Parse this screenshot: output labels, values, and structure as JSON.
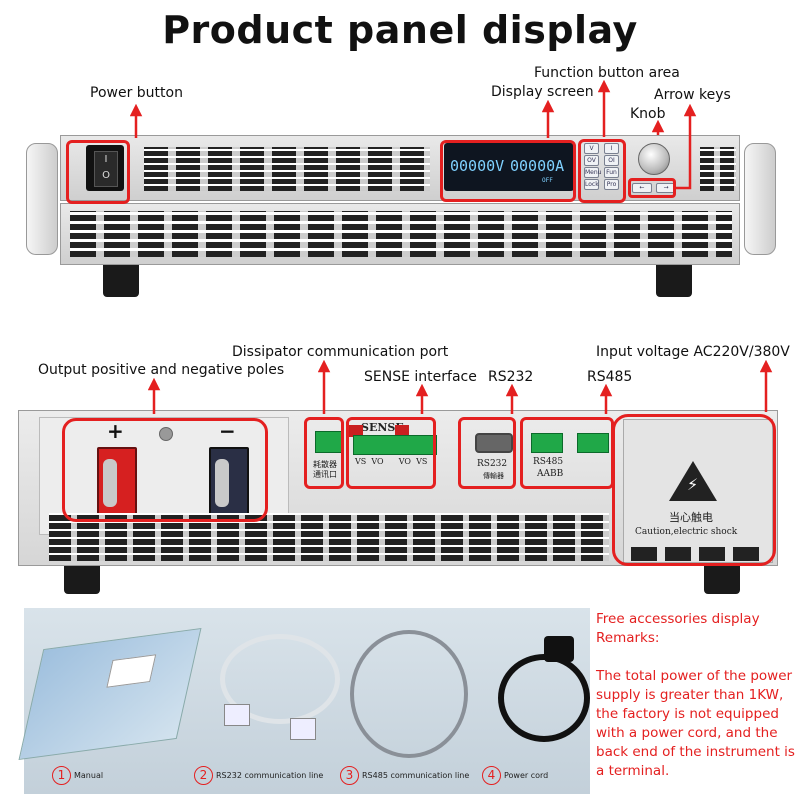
{
  "title": "Product panel display",
  "front_labels": {
    "power_button": "Power button",
    "function_button_area": "Function button area",
    "display_screen": "Display screen",
    "arrow_keys": "Arrow keys",
    "knob": "Knob"
  },
  "front_display": {
    "voltage": "00000V",
    "current": "00000A",
    "mode": "OFF",
    "keys": [
      "V",
      "I",
      "OV",
      "OI",
      "Menu",
      "Fun",
      "Lock",
      "Pro"
    ]
  },
  "rear_labels": {
    "output_poles": "Output positive and negative poles",
    "dissipator_port": "Dissipator communication port",
    "sense_interface": "SENSE interface",
    "rs232": "RS232",
    "rs485": "RS485",
    "input_voltage": "Input voltage AC220V/380V"
  },
  "rear_panel": {
    "plus": "+",
    "minus": "−",
    "dissipator_text_1": "耗散器",
    "dissipator_text_2": "通讯口",
    "sense_text": "SENSE",
    "sense_pins": "VS  VO      VO  VS",
    "rs232_text": "RS232",
    "rs232_sub": "傳輸器",
    "rs485_text": "RS485",
    "rs485_pins": "AABB",
    "warning_cn": "当心触电",
    "warning_en": "Caution,electric shock"
  },
  "accessories": [
    {
      "num": "1",
      "label": "Manual"
    },
    {
      "num": "2",
      "label": "RS232 communication line"
    },
    {
      "num": "3",
      "label": "RS485 communication line"
    },
    {
      "num": "4",
      "label": "Power cord"
    }
  ],
  "accessory_num_symbols": [
    "①",
    "②",
    "③",
    "④"
  ],
  "remarks": "Free accessories display\nRemarks:\n\nThe total power of the power supply is greater than 1KW, the factory is not equipped with a power cord, and the back end of the instrument is a terminal.",
  "colors": {
    "accent_red": "#e42020",
    "terminal_green": "#20a848",
    "lcd_text": "#7fd1ff"
  }
}
